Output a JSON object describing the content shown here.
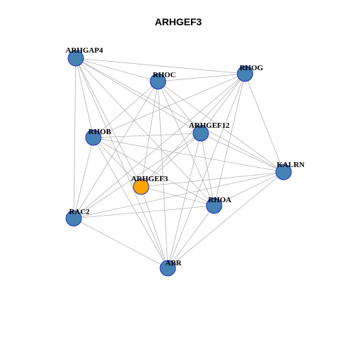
{
  "title": "ARHGEF3",
  "colors": {
    "node_fill": "#4682b4",
    "focus_fill": "#ffa500",
    "node_stroke": "#1c2fbf",
    "edge": "#b3b3b3"
  },
  "nodes": [
    {
      "id": "ARHGAP4",
      "label": "ARHGAP4",
      "focus": false
    },
    {
      "id": "RHOC",
      "label": "RHOC",
      "focus": false
    },
    {
      "id": "RHOG",
      "label": "RHOG",
      "focus": false
    },
    {
      "id": "RHOB",
      "label": "RHOB",
      "focus": false
    },
    {
      "id": "ARHGEF12",
      "label": "ARHGEF12",
      "focus": false
    },
    {
      "id": "KALRN",
      "label": "KALRN",
      "focus": false
    },
    {
      "id": "ARHGEF3",
      "label": "ARHGEF3",
      "focus": true
    },
    {
      "id": "RHOA",
      "label": "RHOA",
      "focus": false
    },
    {
      "id": "RAC2",
      "label": "RAC2",
      "focus": false
    },
    {
      "id": "ABR",
      "label": "ABR",
      "focus": false
    }
  ],
  "edges": [
    [
      "ARHGAP4",
      "RHOC"
    ],
    [
      "ARHGAP4",
      "RHOG"
    ],
    [
      "ARHGAP4",
      "RHOB"
    ],
    [
      "ARHGAP4",
      "ARHGEF12"
    ],
    [
      "ARHGAP4",
      "KALRN"
    ],
    [
      "ARHGAP4",
      "ARHGEF3"
    ],
    [
      "ARHGAP4",
      "RHOA"
    ],
    [
      "ARHGAP4",
      "RAC2"
    ],
    [
      "ARHGAP4",
      "ABR"
    ],
    [
      "RHOC",
      "RHOG"
    ],
    [
      "RHOC",
      "RHOB"
    ],
    [
      "RHOC",
      "ARHGEF12"
    ],
    [
      "RHOC",
      "KALRN"
    ],
    [
      "RHOC",
      "ARHGEF3"
    ],
    [
      "RHOC",
      "RHOA"
    ],
    [
      "RHOC",
      "RAC2"
    ],
    [
      "RHOC",
      "ABR"
    ],
    [
      "RHOG",
      "RHOB"
    ],
    [
      "RHOG",
      "ARHGEF12"
    ],
    [
      "RHOG",
      "KALRN"
    ],
    [
      "RHOG",
      "ARHGEF3"
    ],
    [
      "RHOG",
      "RHOA"
    ],
    [
      "RHOG",
      "RAC2"
    ],
    [
      "RHOG",
      "ABR"
    ],
    [
      "RHOB",
      "ARHGEF12"
    ],
    [
      "RHOB",
      "KALRN"
    ],
    [
      "RHOB",
      "ARHGEF3"
    ],
    [
      "RHOB",
      "RHOA"
    ],
    [
      "RHOB",
      "RAC2"
    ],
    [
      "RHOB",
      "ABR"
    ],
    [
      "ARHGEF12",
      "KALRN"
    ],
    [
      "ARHGEF12",
      "ARHGEF3"
    ],
    [
      "ARHGEF12",
      "RHOA"
    ],
    [
      "ARHGEF12",
      "RAC2"
    ],
    [
      "ARHGEF12",
      "ABR"
    ],
    [
      "KALRN",
      "ARHGEF3"
    ],
    [
      "KALRN",
      "RHOA"
    ],
    [
      "KALRN",
      "RAC2"
    ],
    [
      "KALRN",
      "ABR"
    ],
    [
      "ARHGEF3",
      "RHOA"
    ],
    [
      "ARHGEF3",
      "ABR"
    ],
    [
      "RHOA",
      "RAC2"
    ],
    [
      "RHOA",
      "ABR"
    ],
    [
      "RAC2",
      "ABR"
    ]
  ]
}
